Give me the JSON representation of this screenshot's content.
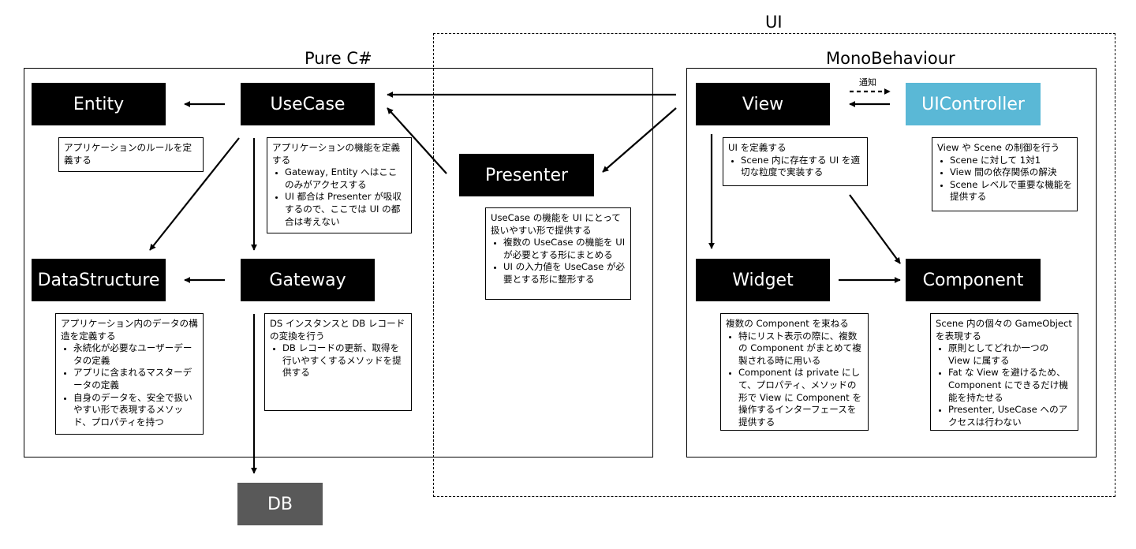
{
  "frames": {
    "ui": "UI",
    "pure": "Pure C#",
    "mono": "MonoBehaviour"
  },
  "components": {
    "entity": "Entity",
    "usecase": "UseCase",
    "presenter": "Presenter",
    "datastructure": "DataStructure",
    "gateway": "Gateway",
    "db": "DB",
    "view": "View",
    "uicontroller": "UIController",
    "widget": "Widget",
    "component": "Component"
  },
  "edge_labels": {
    "notify": "通知"
  },
  "notes": {
    "entity": {
      "text": "アプリケーションのルールを定義する"
    },
    "usecase": {
      "text": "アプリケーションの機能を定義する",
      "items": [
        "Gateway, Entity へはここのみがアクセスする",
        "UI 都合は Presenter が吸収するので、ここでは UI の都合は考えない"
      ]
    },
    "presenter": {
      "text": "UseCase の機能を UI にとって扱いやすい形で提供する",
      "items": [
        "複数の UseCase の機能を UI が必要とする形にまとめる",
        "UI の入力値を UseCase が必要とする形に整形する"
      ]
    },
    "datastructure": {
      "text": "アプリケーション内のデータの構造を定義する",
      "items": [
        "永続化が必要なユーザーデータの定義",
        "アプリに含まれるマスターデータの定義",
        "自身のデータを、安全で扱いやすい形で表現するメソッド、プロパティを持つ"
      ]
    },
    "gateway": {
      "text": "DS インスタンスと DB レコードの変換を行う",
      "items": [
        "DB レコードの更新、取得を行いやすくするメソッドを提供する"
      ]
    },
    "view": {
      "text": "UI を定義する",
      "items": [
        "Scene 内に存在する UI を適切な粒度で実装する"
      ]
    },
    "uicontroller": {
      "text": "View や Scene の制御を行う",
      "items": [
        "Scene に対して 1対1",
        "View 間の依存関係の解決",
        "Scene レベルで重要な機能を提供する"
      ]
    },
    "widget": {
      "text": "複数の Component を束ねる",
      "items": [
        "特にリスト表示の際に、複数の Component がまとめて複製される時に用いる",
        "Component は private にして、プロパティ、メソッドの形で View に Component を操作するインターフェースを提供する"
      ]
    },
    "component": {
      "text": "Scene 内の個々の GameObject を表現する",
      "items": [
        "原則としてどれか一つの View に属する",
        "Fat な View を避けるため、Component にできるだけ機能を持たせる",
        "Presenter, UseCase へのアクセスは行わない"
      ]
    }
  },
  "colors": {
    "component_fill": "#000000",
    "uicontroller_fill": "#5ab8d6",
    "db_fill": "#595959"
  }
}
